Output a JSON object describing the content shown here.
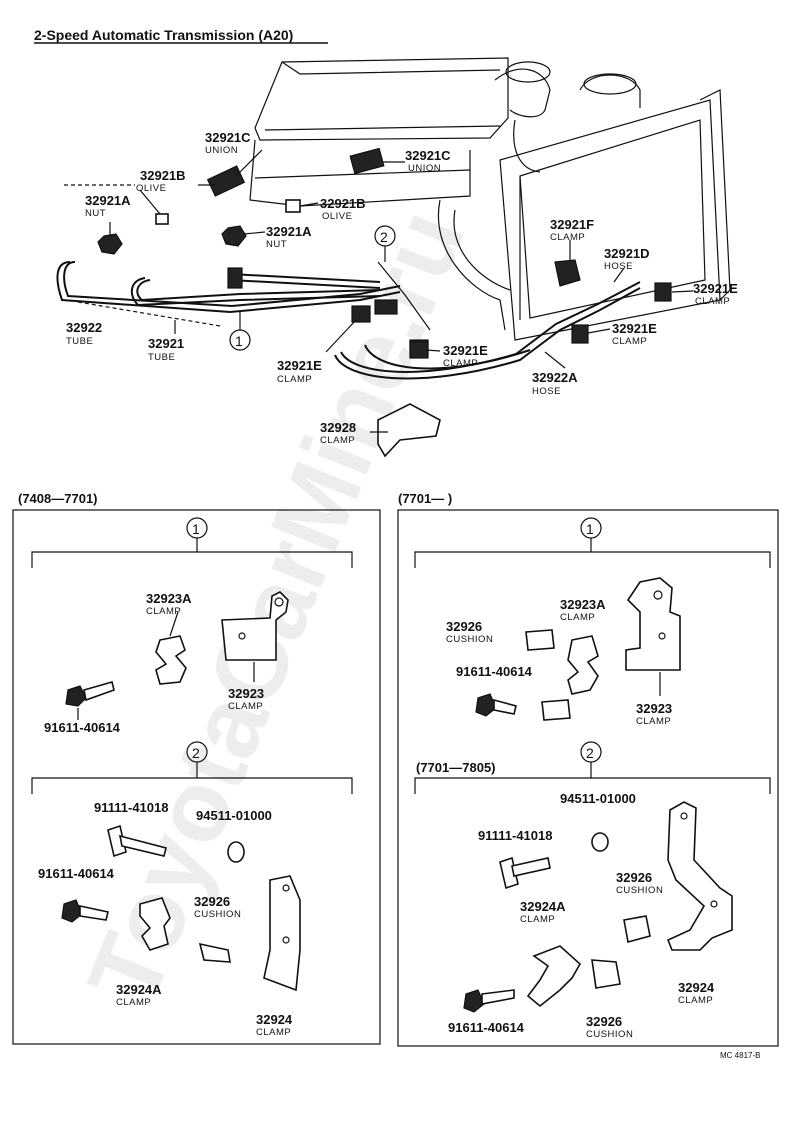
{
  "title": "2-Speed Automatic Transmission (A20)",
  "watermark": "ToyotaCarMine.ru",
  "ref_code": "MC 4817-B",
  "top_parts": [
    {
      "num": "32921C",
      "name": "UNION"
    },
    {
      "num": "32921C",
      "name": "UNION"
    },
    {
      "num": "32921B",
      "name": "OLIVE"
    },
    {
      "num": "32921B",
      "name": "OLIVE"
    },
    {
      "num": "32921A",
      "name": "NUT"
    },
    {
      "num": "32921A",
      "name": "NUT"
    },
    {
      "num": "32922",
      "name": "TUBE"
    },
    {
      "num": "32921",
      "name": "TUBE"
    },
    {
      "num": "32921E",
      "name": "CLAMP"
    },
    {
      "num": "32921E",
      "name": "CLAMP"
    },
    {
      "num": "32921F",
      "name": "CLAMP"
    },
    {
      "num": "32921D",
      "name": "HOSE"
    },
    {
      "num": "32921E",
      "name": "CLAMP"
    },
    {
      "num": "32921E",
      "name": "CLAMP"
    },
    {
      "num": "32922A",
      "name": "HOSE"
    },
    {
      "num": "32928",
      "name": "CLAMP"
    }
  ],
  "callouts": [
    "1",
    "2"
  ],
  "left_panel": {
    "range": "(7408—7701)",
    "circle1": "1",
    "circle2": "2",
    "parts": [
      {
        "num": "32923A",
        "name": "CLAMP"
      },
      {
        "num": "32923",
        "name": "CLAMP"
      },
      {
        "num": "91611-40614",
        "name": ""
      },
      {
        "num": "91111-41018",
        "name": ""
      },
      {
        "num": "94511-01000",
        "name": ""
      },
      {
        "num": "91611-40614",
        "name": ""
      },
      {
        "num": "32926",
        "name": "CUSHION"
      },
      {
        "num": "32924A",
        "name": "CLAMP"
      },
      {
        "num": "32924",
        "name": "CLAMP"
      }
    ]
  },
  "right_panel": {
    "range": "(7701—        )",
    "sub_range": "(7701—7805)",
    "circle1": "1",
    "circle2": "2",
    "parts": [
      {
        "num": "32926",
        "name": "CUSHION"
      },
      {
        "num": "32923A",
        "name": "CLAMP"
      },
      {
        "num": "91611-40614",
        "name": ""
      },
      {
        "num": "32923",
        "name": "CLAMP"
      },
      {
        "num": "94511-01000",
        "name": ""
      },
      {
        "num": "91111-41018",
        "name": ""
      },
      {
        "num": "32926",
        "name": "CUSHION"
      },
      {
        "num": "32924A",
        "name": "CLAMP"
      },
      {
        "num": "32924",
        "name": "CLAMP"
      },
      {
        "num": "91611-40614",
        "name": ""
      },
      {
        "num": "32926",
        "name": "CUSHION"
      }
    ]
  }
}
